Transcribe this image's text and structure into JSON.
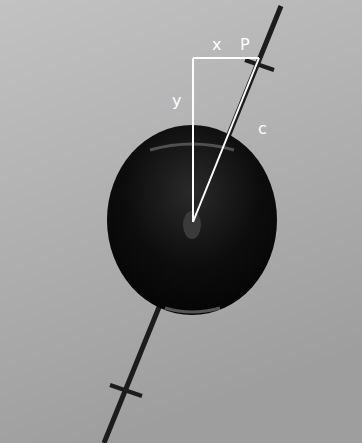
{
  "diagram": {
    "labels": [
      "x",
      "P",
      "y",
      "c"
    ]
  }
}
